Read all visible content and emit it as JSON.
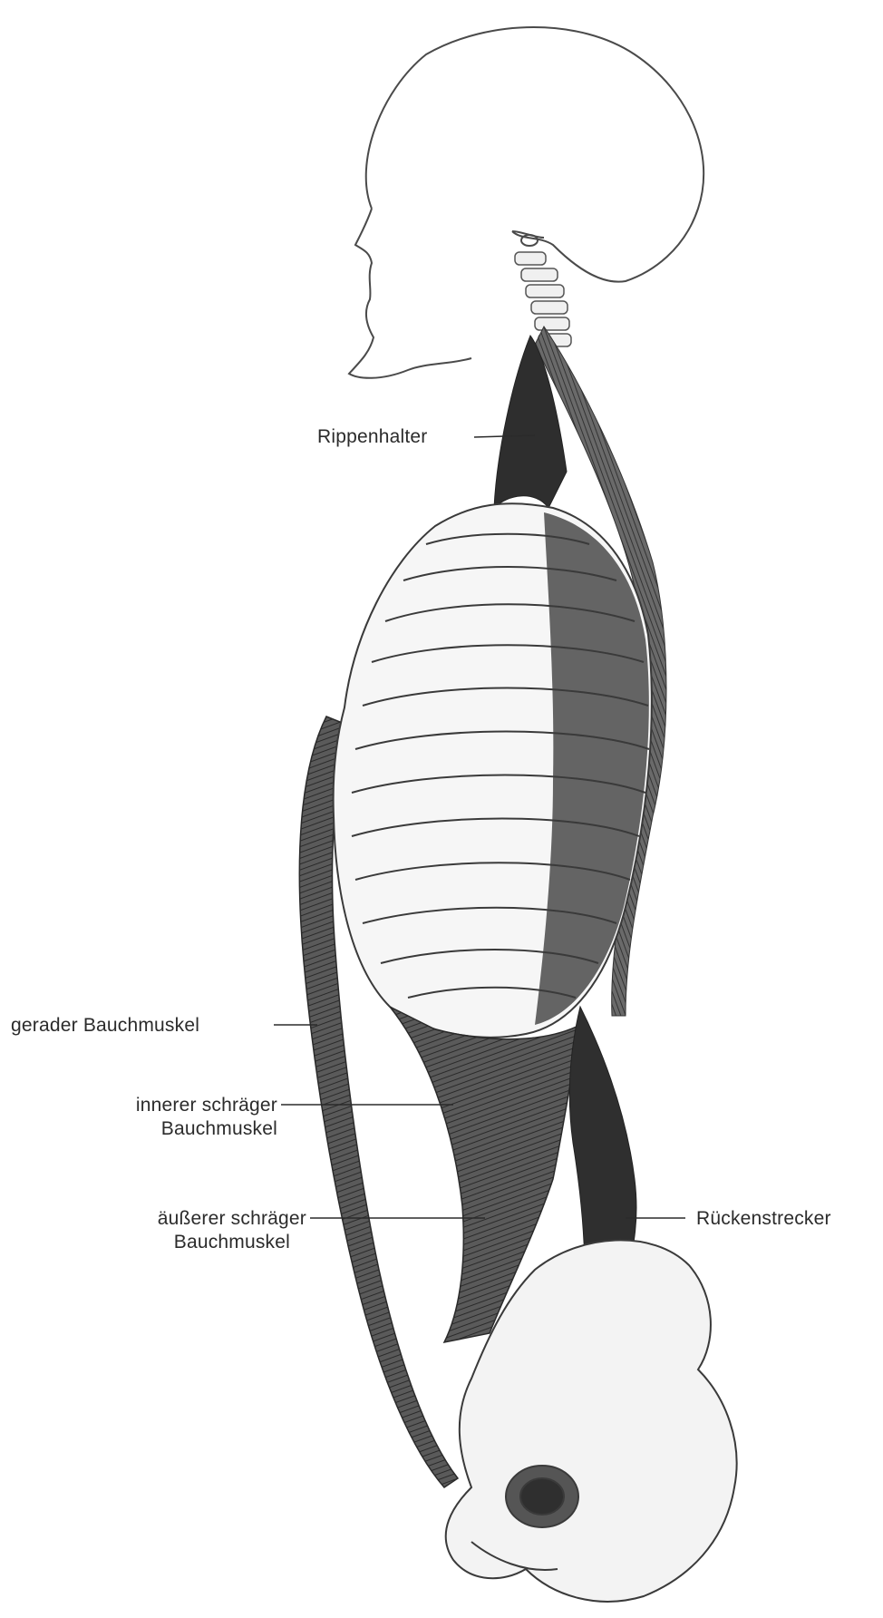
{
  "colors": {
    "ink": "#2b2b2b",
    "muscle_dark": "#3a3a3a",
    "muscle_mid": "#6b6b6b",
    "bone_fill": "#f4f4f4",
    "background": "#ffffff"
  },
  "labels": {
    "rippenhalter": "Rippenhalter",
    "gerader_bauchmuskel": "gerader Bauchmuskel",
    "innerer_line1": "innerer schräger",
    "innerer_line2": "Bauchmuskel",
    "aeusserer_line1": "äußerer schräger",
    "aeusserer_line2": "Bauchmuskel",
    "rueckenstrecker": "Rückenstrecker"
  }
}
